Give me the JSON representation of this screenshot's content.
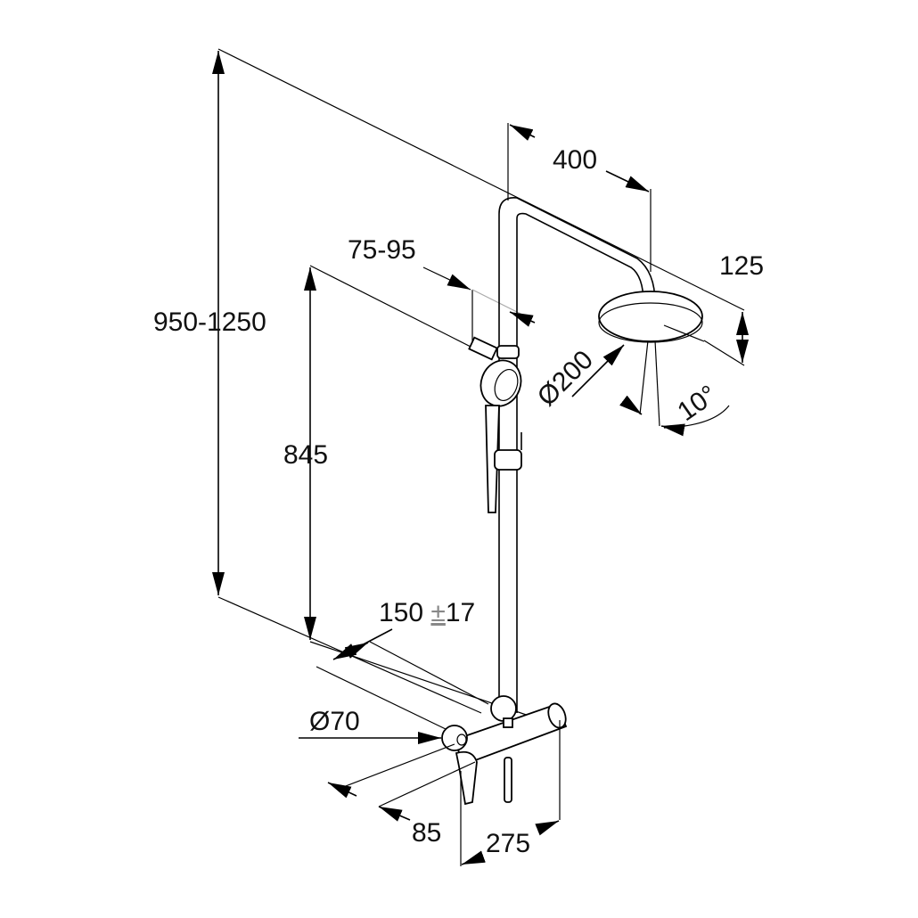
{
  "dimensions": {
    "total_height": "950-1250",
    "holder_height": "845",
    "arm_length": "400",
    "wall_distance": "75-95",
    "head_drop": "125",
    "head_diameter": "Ø200",
    "tilt_angle": "10°",
    "inlet_spacing": "150",
    "inlet_tolerance_sign": "±",
    "inlet_tolerance": "17",
    "escutcheon_diameter": "Ø70",
    "mixer_depth": "85",
    "mixer_width": "275"
  }
}
